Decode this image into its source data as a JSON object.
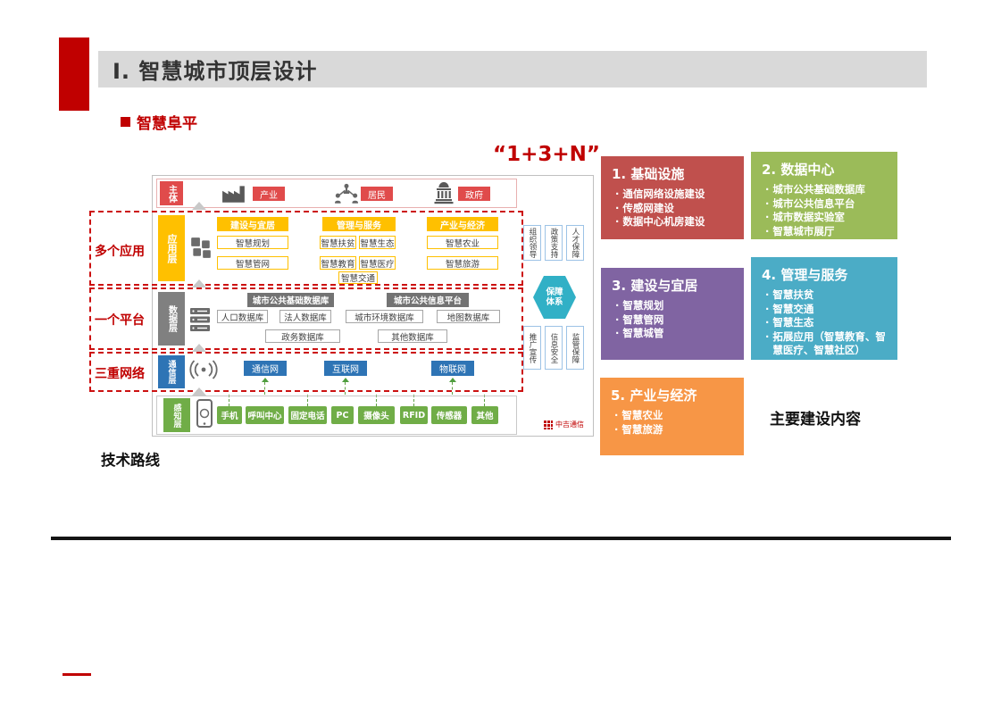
{
  "header": {
    "title": "I.  智慧城市顶层设计",
    "subtitle": "智慧阜平"
  },
  "banner": {
    "formula": "“1+3+N”"
  },
  "arch": {
    "subject": {
      "layer": "主体",
      "items": [
        "产业",
        "居民",
        "政府"
      ]
    },
    "app": {
      "side": "多个应用",
      "layer": "应用层",
      "headers": [
        "建设与宜居",
        "管理与服务",
        "产业与经济"
      ],
      "col1": [
        "智慧规划",
        "智慧管网"
      ],
      "col2": [
        "智慧扶贫",
        "智慧生态",
        "智慧教育",
        "智慧医疗",
        "智慧交通"
      ],
      "col3": [
        "智慧农业",
        "智慧旅游"
      ]
    },
    "data": {
      "side": "一个平台",
      "layer": "数据层",
      "headers": [
        "城市公共基础数据库",
        "城市公共信息平台"
      ],
      "dbs": [
        "人口数据库",
        "法人数据库",
        "城市环境数据库",
        "地图数据库",
        "政务数据库",
        "其他数据库"
      ]
    },
    "net": {
      "side": "三重网络",
      "layer": "通信层",
      "items": [
        "通信网",
        "互联网",
        "物联网"
      ]
    },
    "perc": {
      "layer": "感知层",
      "devices": [
        "手机",
        "呼叫中心",
        "固定电话",
        "PC",
        "摄像头",
        "RFID",
        "传感器",
        "其他"
      ]
    },
    "guard": {
      "top": [
        "组织领导",
        "政策支持",
        "人才保障"
      ],
      "hex": "保障体系",
      "bottom": [
        "推广宣传",
        "信息安全",
        "监管保障"
      ]
    },
    "vendor": "中吉通信"
  },
  "panel": {
    "boxes": [
      {
        "title": "1. 基础设施",
        "color": "#c0504d",
        "items": [
          "通信网络设施建设",
          "传感网建设",
          "数据中心机房建设"
        ]
      },
      {
        "title": "2. 数据中心",
        "color": "#9bbb59",
        "items": [
          "城市公共基础数据库",
          "城市公共信息平台",
          "城市数据实验室",
          "智慧城市展厅"
        ]
      },
      {
        "title": "3. 建设与宜居",
        "color": "#8064a2",
        "items": [
          "智慧规划",
          "智慧管网",
          "智慧城管"
        ]
      },
      {
        "title": "4. 管理与服务",
        "color": "#4bacc6",
        "items": [
          "智慧扶贫",
          "智慧交通",
          "智慧生态",
          "拓展应用（智慧教育、智慧医疗、智慧社区）"
        ]
      },
      {
        "title": "5. 产业与经济",
        "color": "#f79646",
        "items": [
          "智慧农业",
          "智慧旅游"
        ]
      }
    ],
    "caption": "主要建设内容"
  },
  "footer": {
    "tech_route": "技术路线"
  },
  "colors": {
    "accent": "#c00000",
    "yellow": "#ffc000",
    "blue": "#2e74b5",
    "green": "#70ad47",
    "gray": "#808080",
    "hex": "#31b0c6"
  }
}
